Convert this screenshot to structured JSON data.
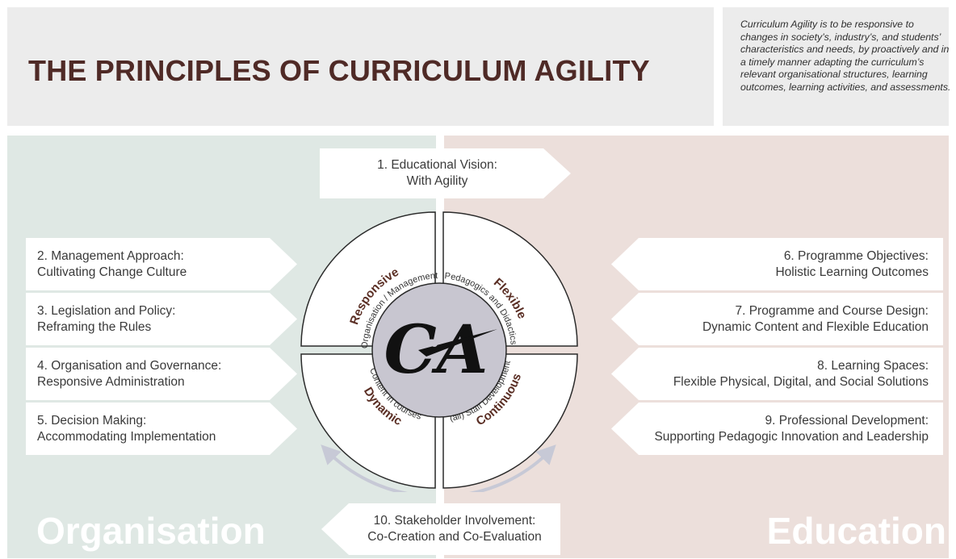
{
  "title": "THE PRINCIPLES OF CURRICULUM AGILITY",
  "definition": "Curriculum Agility is to be responsive to changes in society’s, industry’s, and students’ characteristics and needs, by proactively and in a timely manner adapting the curriculum’s relevant organisational structures, learning outcomes, learning activities, and assessments.",
  "panels": {
    "left_label": "Organisation",
    "right_label": "Education"
  },
  "principles": [
    {
      "line1": "1. Educational Vision:",
      "line2": "With Agility"
    },
    {
      "line1": "2. Management Approach:",
      "line2": "Cultivating Change Culture"
    },
    {
      "line1": "3. Legislation and Policy:",
      "line2": "Reframing the Rules"
    },
    {
      "line1": "4. Organisation and Governance:",
      "line2": "Responsive Administration"
    },
    {
      "line1": "5. Decision Making:",
      "line2": "Accommodating Implementation"
    },
    {
      "line1": "6. Programme Objectives:",
      "line2": "Holistic Learning Outcomes"
    },
    {
      "line1": "7. Programme and Course Design:",
      "line2": "Dynamic Content and Flexible Education"
    },
    {
      "line1": "8. Learning Spaces:",
      "line2": "Flexible Physical, Digital, and Social Solutions"
    },
    {
      "line1": "9. Professional Development:",
      "line2": "Supporting Pedagogic Innovation and Leadership"
    },
    {
      "line1": "10. Stakeholder Involvement:",
      "line2": "Co-Creation and Co-Evaluation"
    }
  ],
  "quadrants": [
    {
      "label": "Responsive",
      "sub": "Organisation / Management"
    },
    {
      "label": "Flexible",
      "sub": "Pedagogics and Didactics"
    },
    {
      "label": "Dynamic",
      "sub": "Content in courses"
    },
    {
      "label": "Continuous",
      "sub": "(all) Staff Development"
    }
  ],
  "logo_text": "CA",
  "colors": {
    "title": "#4f2a26",
    "organisation_panel": "#dfe8e4",
    "education_panel": "#ecdfdb",
    "hub": "#c8c6d0",
    "cycle_arrows": "#c7c9d6"
  }
}
